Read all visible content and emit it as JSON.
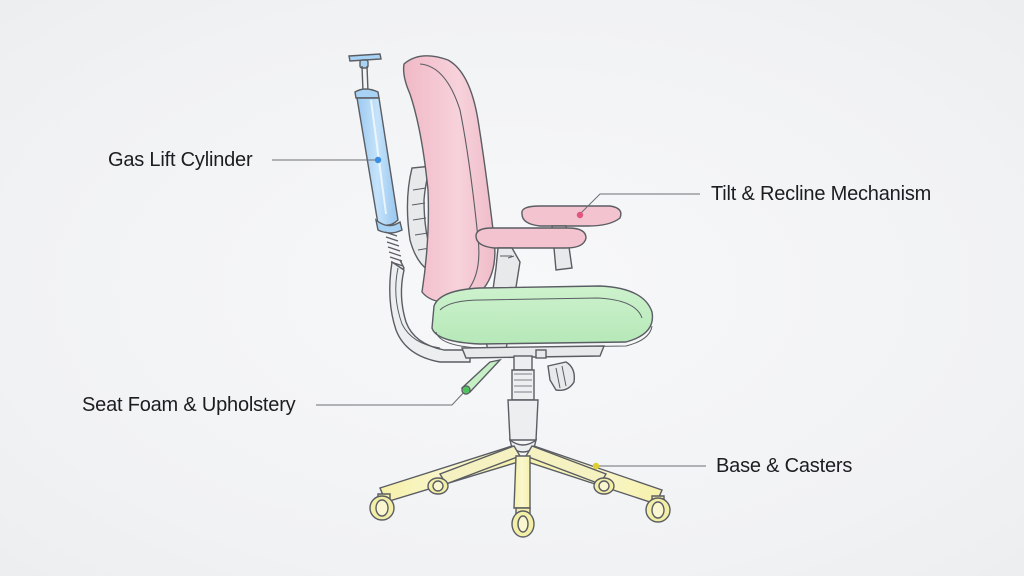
{
  "labels": {
    "gas_lift": "Gas Lift Cylinder",
    "tilt_recline": "Tilt & Recline Mechanism",
    "seat_foam": "Seat Foam & Upholstery",
    "base_casters": "Base & Casters"
  },
  "colors": {
    "gas_lift": "#a9d3f5",
    "tilt_recline": "#f4c3d0",
    "seat_foam": "#c6efc6",
    "base_casters": "#f4efa6",
    "outline": "#5a5d63",
    "leader": "#6b6e74"
  }
}
